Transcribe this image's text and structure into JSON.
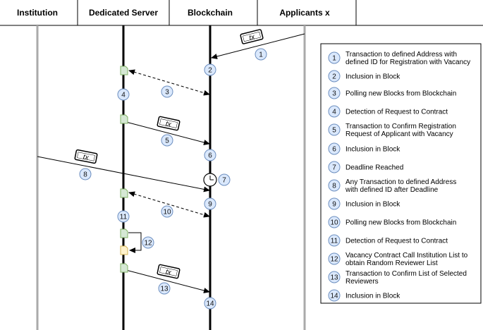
{
  "lanes": {
    "institution": "Institution",
    "server": "Dedicated Server",
    "blockchain": "Blockchain",
    "applicants": "Applicants x"
  },
  "tx_label": "tx",
  "colors": {
    "step_fill": "#dae8fc",
    "step_stroke": "#6c8ebf",
    "doc_green": "#d5e8d4",
    "doc_green_stroke": "#82b366",
    "doc_yellow": "#fff2cc",
    "doc_yellow_stroke": "#d6b656"
  },
  "legend": [
    {
      "n": "1",
      "lines": [
        "Transaction to defined Address with",
        "defined ID for Registration with Vacancy"
      ]
    },
    {
      "n": "2",
      "lines": [
        "Inclusion in Block"
      ]
    },
    {
      "n": "3",
      "lines": [
        "Polling new Blocks from Blockchain"
      ]
    },
    {
      "n": "4",
      "lines": [
        "Detection of Request to Contract"
      ]
    },
    {
      "n": "5",
      "lines": [
        "Transaction to Confirm Registration",
        "Request of Applicant with Vacancy"
      ]
    },
    {
      "n": "6",
      "lines": [
        "Inclusion in Block"
      ]
    },
    {
      "n": "7",
      "lines": [
        "Deadline Reached"
      ]
    },
    {
      "n": "8",
      "lines": [
        "Any Transaction to defined Address",
        "with defined ID after Deadline"
      ]
    },
    {
      "n": "9",
      "lines": [
        "Inclusion in Block"
      ]
    },
    {
      "n": "10",
      "lines": [
        "Polling new Blocks from Blockchain"
      ]
    },
    {
      "n": "11",
      "lines": [
        "Detection of Request to Contract"
      ]
    },
    {
      "n": "12",
      "lines": [
        "Vacancy Contract Call Institution List to",
        "obtain Random Reviewer List"
      ]
    },
    {
      "n": "13",
      "lines": [
        "Transaction to Confirm List of Selected",
        "Reviewers"
      ]
    },
    {
      "n": "14",
      "lines": [
        "Inclusion in Block"
      ]
    }
  ]
}
